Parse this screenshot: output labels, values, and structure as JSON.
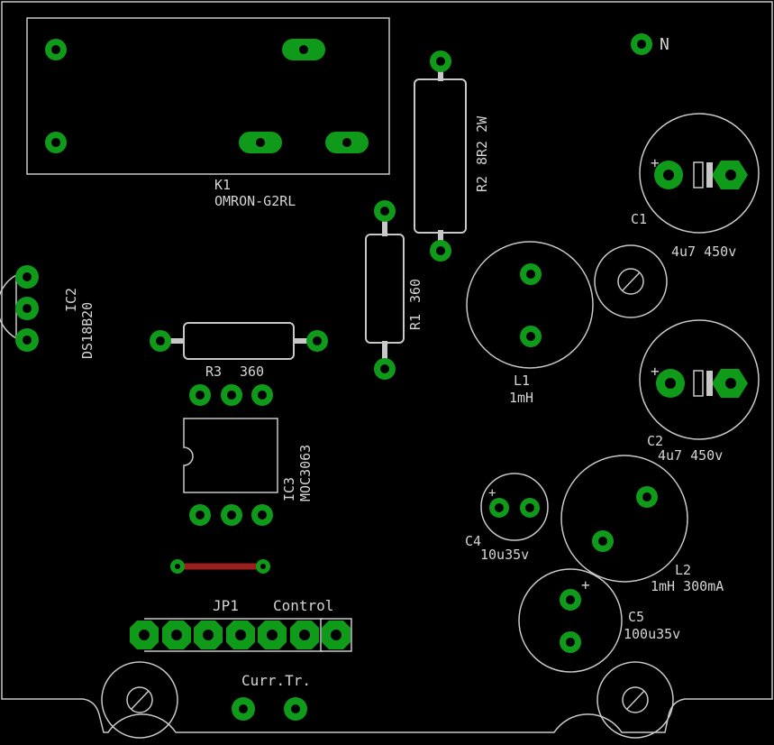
{
  "colors": {
    "background": "#000000",
    "copper_pad": "#0f9a1a",
    "silkscreen": "#c8c8c8",
    "trace": "#9c1f1f",
    "board_outline": "#c8c8c8"
  },
  "labels": {
    "k1_ref": "K1",
    "k1_value": "OMRON-G2RL",
    "r2_ref": "R2",
    "r2_value": "8R2 2W",
    "r1_ref": "R1",
    "r1_value": "360",
    "r3_ref": "R3",
    "r3_value": "360",
    "ic2_ref": "IC2",
    "ic2_value": "DS18B20",
    "ic3_ref": "IC3",
    "ic3_value": "MOC3063",
    "c1_ref": "C1",
    "c1_value": "4u7 450v",
    "c2_ref": "C2",
    "c2_value": "4u7 450v",
    "c4_ref": "C4",
    "c4_value": "10u35v",
    "c5_ref": "C5",
    "c5_value": "100u35v",
    "l1_ref": "L1",
    "l1_value": "1mH",
    "l2_ref": "L2",
    "l2_value": "1mH 300mA",
    "jp1_ref": "JP1",
    "jp1_value": "Control",
    "curr_tr": "Curr.Tr.",
    "n_pad": "N",
    "plus": "+"
  },
  "icons": [
    "mounting-hole-icon",
    "polarity-plus-icon",
    "screw-icon"
  ]
}
